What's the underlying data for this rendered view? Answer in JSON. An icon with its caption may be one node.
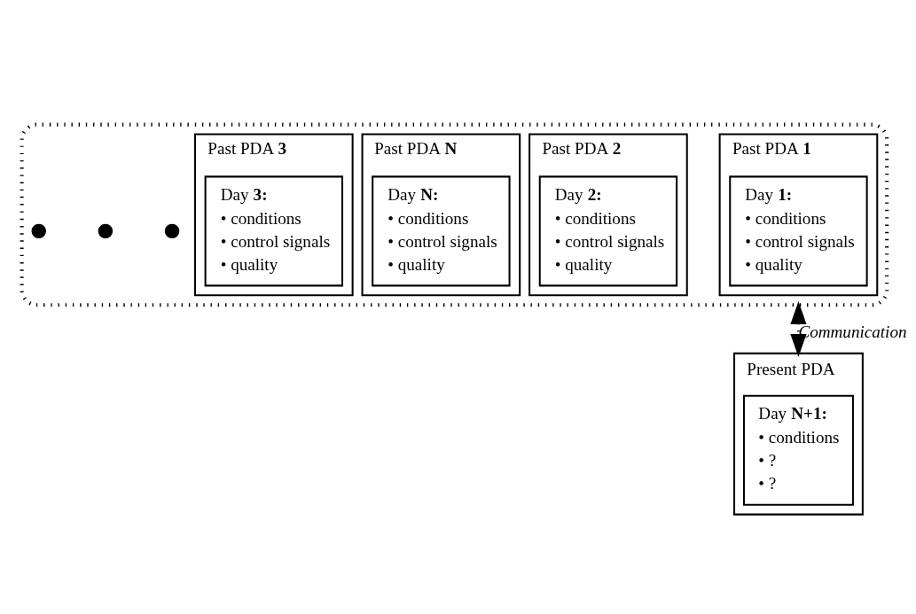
{
  "diagram": {
    "nodes": [
      {
        "text": [],
        "shape": "box"
      },
      {
        "text": [
          "Past PDA **1**"
        ],
        "in": 0
      },
      {
        "text": [
          "Day **1:**",
          "• conditions",
          "• control signals",
          "• quality"
        ],
        "in": 1
      },
      {
        "text": [
          "Past PDA **2**"
        ],
        "in": 0
      },
      {
        "text": [
          "Day **2:**",
          "• conditions",
          "• control signals",
          "• quality"
        ],
        "in": 3
      },
      {
        "text": [
          "Past PDA **3**"
        ],
        "in": 0
      },
      {
        "text": [
          "Day **3:**",
          "• conditions",
          "• control signals",
          "• quality"
        ],
        "in": 5
      },
      {
        "text": [],
        "shape": "circle",
        "in": 0
      },
      {
        "text": [],
        "shape": "circle",
        "in": 0
      },
      {
        "text": [],
        "shape": "circle",
        "in": 0
      },
      {
        "text": [
          "Past PDA **N**"
        ],
        "in": 0
      },
      {
        "text": [
          "Day **N:**",
          "• conditions",
          "• control signals",
          "• quality"
        ],
        "in": 10
      },
      {
        "text": [
          "Present PDA"
        ]
      },
      {
        "text": [
          "Day **N+1:**",
          "• conditions",
          "• ?",
          "• ?"
        ],
        "in": 12
      }
    ],
    "edges": [
      {
        "from": 0,
        "to": 12,
        "arrow": "both",
        "label": "Communication",
        "style": "dashed"
      }
    ]
  }
}
